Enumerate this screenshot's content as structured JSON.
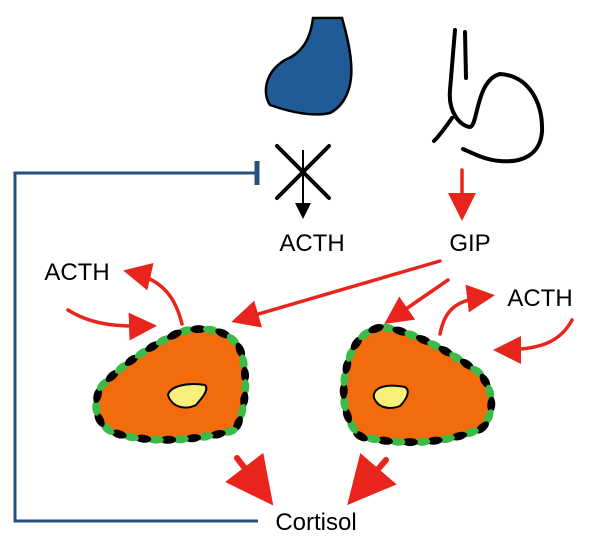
{
  "labels": {
    "acth_pituitary": "ACTH",
    "gip": "GIP",
    "acth_left": "ACTH",
    "acth_right": "ACTH",
    "cortisol": "Cortisol"
  },
  "colors": {
    "pituitary": "#1f5b96",
    "feedback_line": "#24507f",
    "arrow": "#e8241c",
    "cortex": "#f26b0c",
    "medulla": "#f7f07a",
    "receptor_black": "#000000",
    "receptor_green": "#3dbb48"
  },
  "icons": {
    "pituitary": "pituitary-gland-icon",
    "stomach": "stomach-icon",
    "blocked": "cross-icon",
    "adrenal_left": "adrenal-gland-icon",
    "adrenal_right": "adrenal-gland-icon"
  }
}
